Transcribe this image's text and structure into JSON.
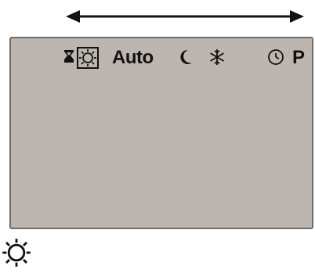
{
  "window": {
    "title": ""
  },
  "status_bar": {
    "icons": [
      {
        "name": "hourglass-icon",
        "active": false
      },
      {
        "name": "sun-icon",
        "active": true
      },
      {
        "name": "auto-mode",
        "label": "Auto"
      },
      {
        "name": "moon-icon",
        "active": false
      },
      {
        "name": "snowflake-icon",
        "active": false
      },
      {
        "name": "clock-icon",
        "active": false
      },
      {
        "name": "program-mode",
        "label": "P"
      }
    ],
    "auto_label": "Auto",
    "program_label": "P"
  },
  "selected_mode": {
    "icon": "sun-icon"
  },
  "colors": {
    "screen_background": "#bdb6b0",
    "screen_border": "#6f6b68",
    "ink": "#111111"
  }
}
